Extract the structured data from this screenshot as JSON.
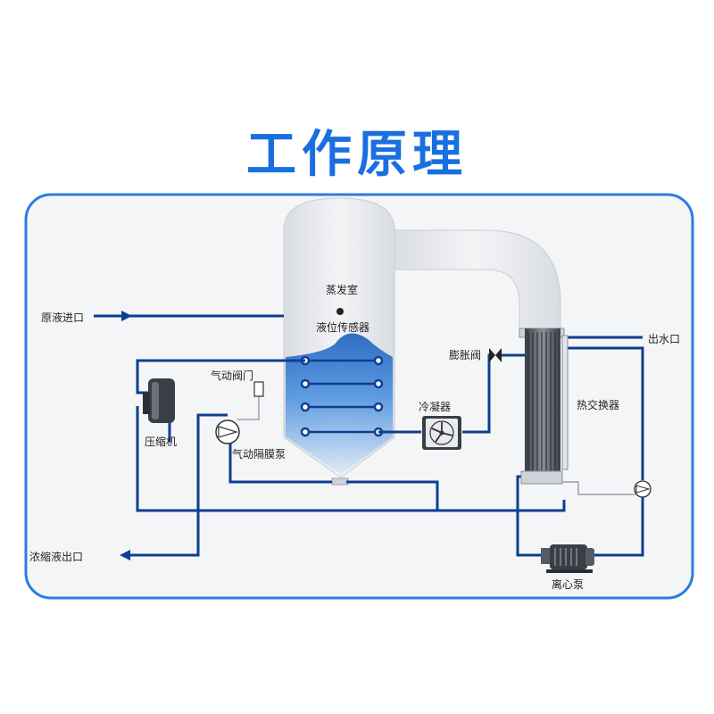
{
  "title": "工作原理",
  "labels": {
    "evaporator": "蒸发室",
    "level_sensor": "液位传感器",
    "raw_inlet": "原液进口",
    "expansion_valve": "膨胀阀",
    "water_outlet": "出水口",
    "pneumatic_valve": "气动阀门",
    "compressor": "压缩机",
    "condenser": "冷凝器",
    "heat_exchanger": "热交换器",
    "diaphragm_pump": "气动隔膜泵",
    "concentrate_outlet": "浓缩液出口",
    "centrifugal_pump": "离心泵"
  },
  "colors": {
    "accent": "#1a6fe0",
    "pipe": "#0d3f8f",
    "frame": "#2a7de1",
    "liquid": "#3b82d6"
  }
}
